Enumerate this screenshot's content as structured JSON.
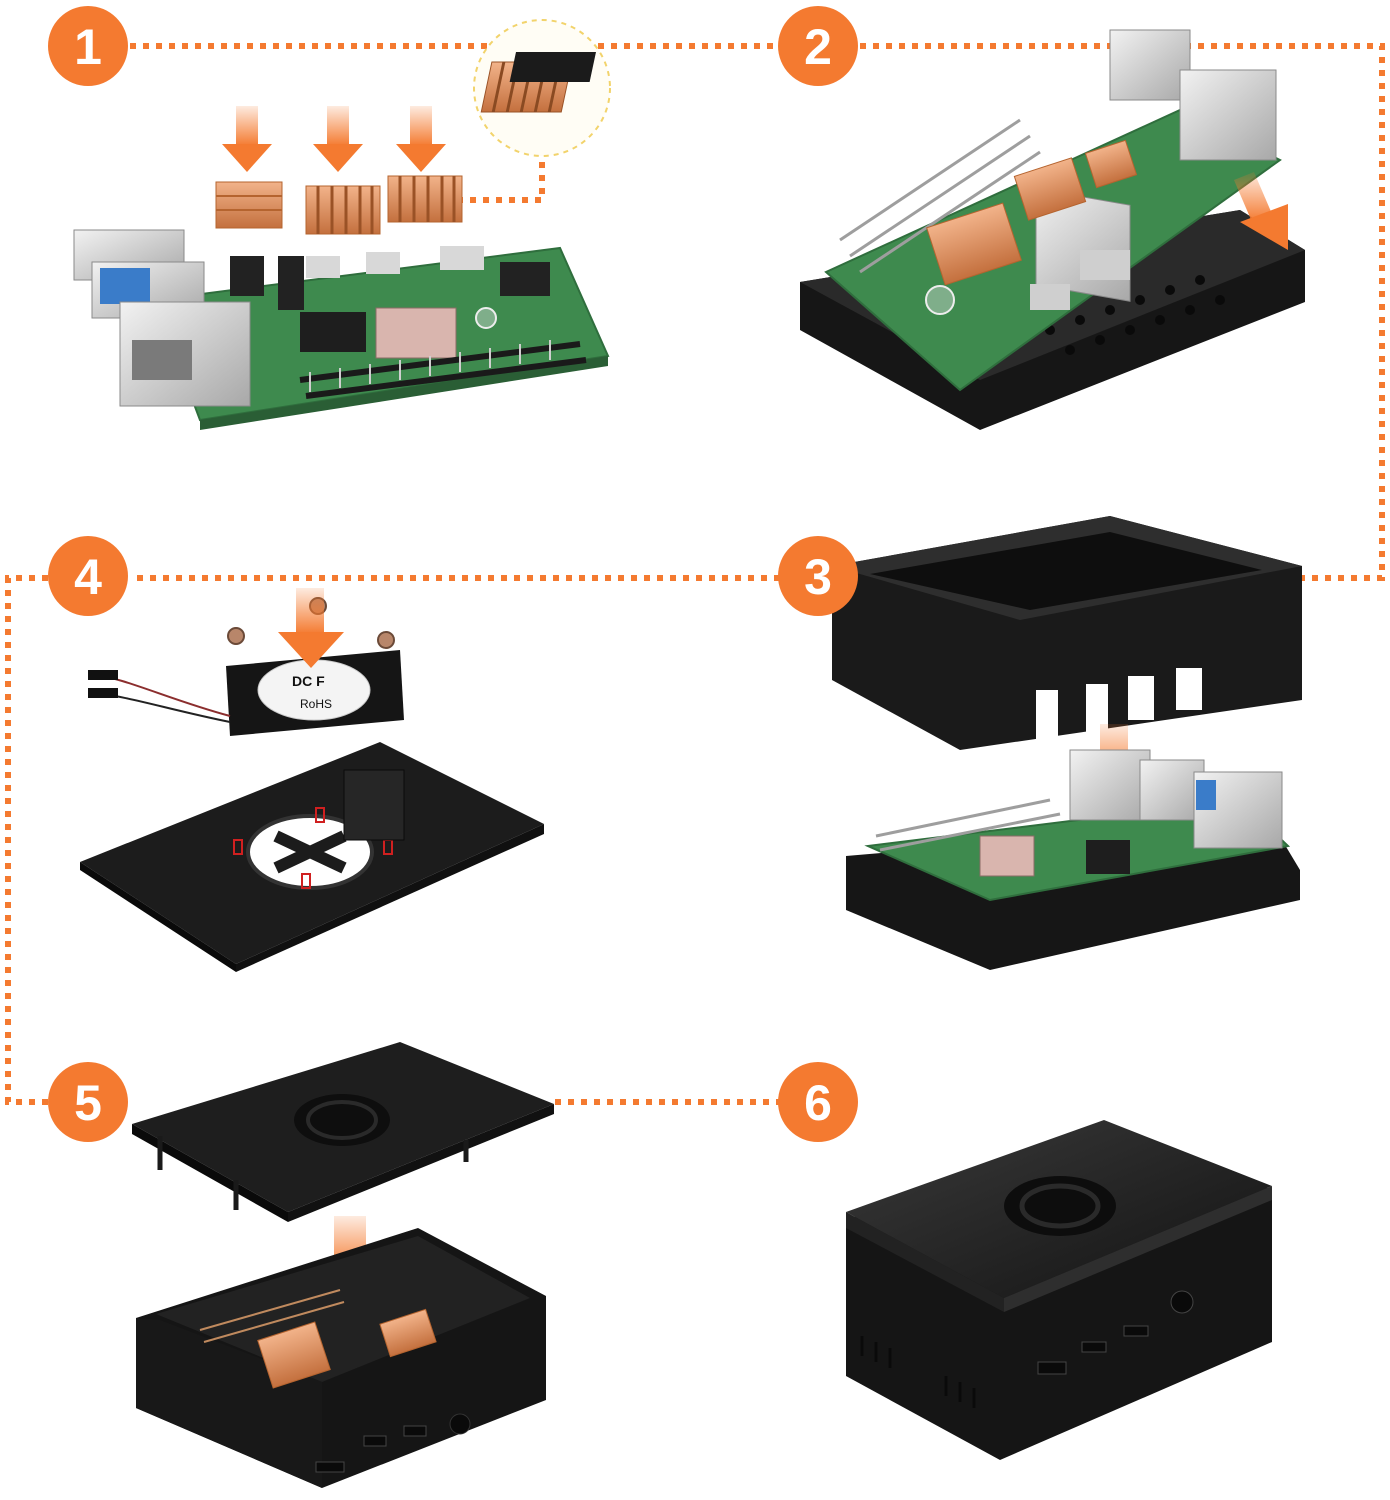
{
  "steps": [
    {
      "number": "1"
    },
    {
      "number": "2"
    },
    {
      "number": "3"
    },
    {
      "number": "4"
    },
    {
      "number": "5"
    },
    {
      "number": "6"
    }
  ],
  "fan_label": {
    "line1": "DC F",
    "line2": "RoHS"
  },
  "colors": {
    "accent": "#F47A30",
    "copper": "#E0986A",
    "copper_dark": "#C4703E",
    "pcb": "#3E8A4E",
    "pcb_dark": "#2F6E3D",
    "case": "#161616",
    "case_mid": "#2A2A2A",
    "metal": "#CFCFCF",
    "highlight": "#FFE9A6"
  }
}
